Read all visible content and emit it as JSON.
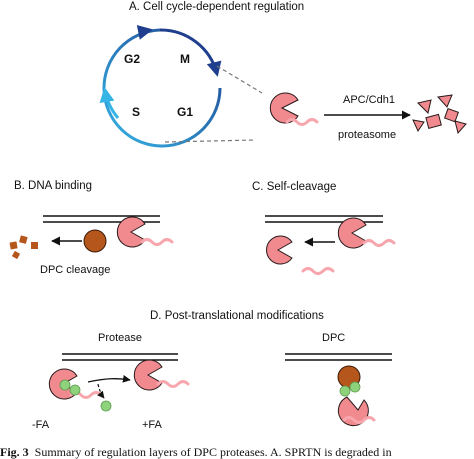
{
  "panels": {
    "a_title": "A. Cell cycle-dependent regulation",
    "b_title": "B. DNA binding",
    "c_title": "C. Self-cleavage",
    "d_title": "D. Post-translational modifications"
  },
  "cell_cycle": {
    "phases": [
      "G2",
      "M",
      "S",
      "G1"
    ]
  },
  "labels": {
    "enzyme": "APC/Cdh1",
    "degrader": "proteasome",
    "dpc_cleavage": "DPC cleavage",
    "protease": "Protease",
    "dpc": "DPC",
    "minus_fa": "-FA",
    "plus_fa": "+FA"
  },
  "caption": {
    "prefix": "Fig. 3",
    "text": "Summary of regulation layers of DPC proteases. A. SPRTN is degraded in"
  },
  "colors": {
    "pacman": "#f08a8f",
    "pacman_stroke": "#2a1a1a",
    "tail": "#f7a6ad",
    "dpc_protein": "#b5571c",
    "fragment": "#b5571c",
    "green_dot": "#8fd27c",
    "cycle_light": "#35b4e6",
    "cycle_dark": "#1f3f8e"
  }
}
